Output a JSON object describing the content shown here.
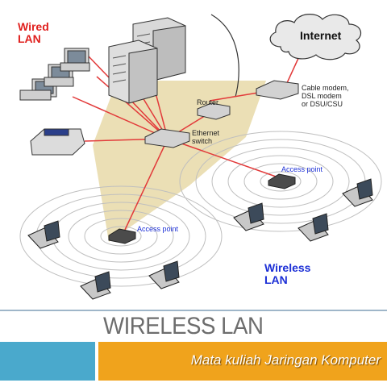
{
  "labels": {
    "wired_lan": [
      "Wired",
      "LAN"
    ],
    "wireless_lan": [
      "Wireless",
      "LAN"
    ],
    "internet": "Internet",
    "router": "Router",
    "ethernet_switch": [
      "Ethernet",
      "switch"
    ],
    "modem": [
      "Cable modem,",
      "DSL modem",
      "or DSU/CSU"
    ],
    "access_point_right": "Access point",
    "access_point_left": "Access point"
  },
  "footer": {
    "title": "WIRELESS LAN",
    "subtitle": "Mata kuliah Jaringan Komputer"
  },
  "colors": {
    "label_red": "#e0201e",
    "label_blue": "#1c2fd6",
    "cable_red": "#e23a3a",
    "wired_zone": "#e8d9a8",
    "footer_blue": "#4aa9cc",
    "footer_orange": "#f0a31c",
    "title_gray": "#6d6d6d"
  }
}
